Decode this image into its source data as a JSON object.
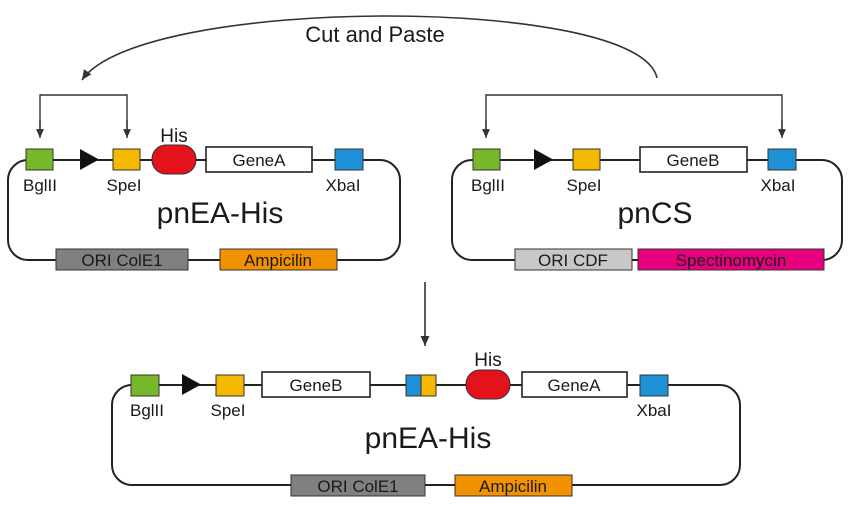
{
  "top_arrow_label": "Cut and Paste",
  "colors": {
    "bglII": "#76b82a",
    "speI": "#f5b800",
    "xbaI": "#1e90d6",
    "his": "#e3121b",
    "ori": "#808080",
    "ampicilin": "#f39200",
    "ori_cdf": "#c8c8c8",
    "spectinomycin": "#e6007e"
  },
  "plasmid_a": {
    "name": "pnEA-His",
    "his_label": "His",
    "gene": "GeneA",
    "sites": {
      "bglII": "BglII",
      "speI": "SpeI",
      "xbaI": "XbaI"
    },
    "ori": "ORI ColE1",
    "resistance": "Ampicilin"
  },
  "plasmid_b": {
    "name": "pnCS",
    "gene": "GeneB",
    "sites": {
      "bglII": "BglII",
      "speI": "SpeI",
      "xbaI": "XbaI"
    },
    "ori": "ORI CDF",
    "resistance": "Spectinomycin"
  },
  "plasmid_c": {
    "name": "pnEA-His",
    "his_label": "His",
    "gene_1": "GeneB",
    "gene_2": "GeneA",
    "sites": {
      "bglII": "BglII",
      "speI": "SpeI",
      "xbaI": "XbaI"
    },
    "ori": "ORI ColE1",
    "resistance": "Ampicilin"
  }
}
